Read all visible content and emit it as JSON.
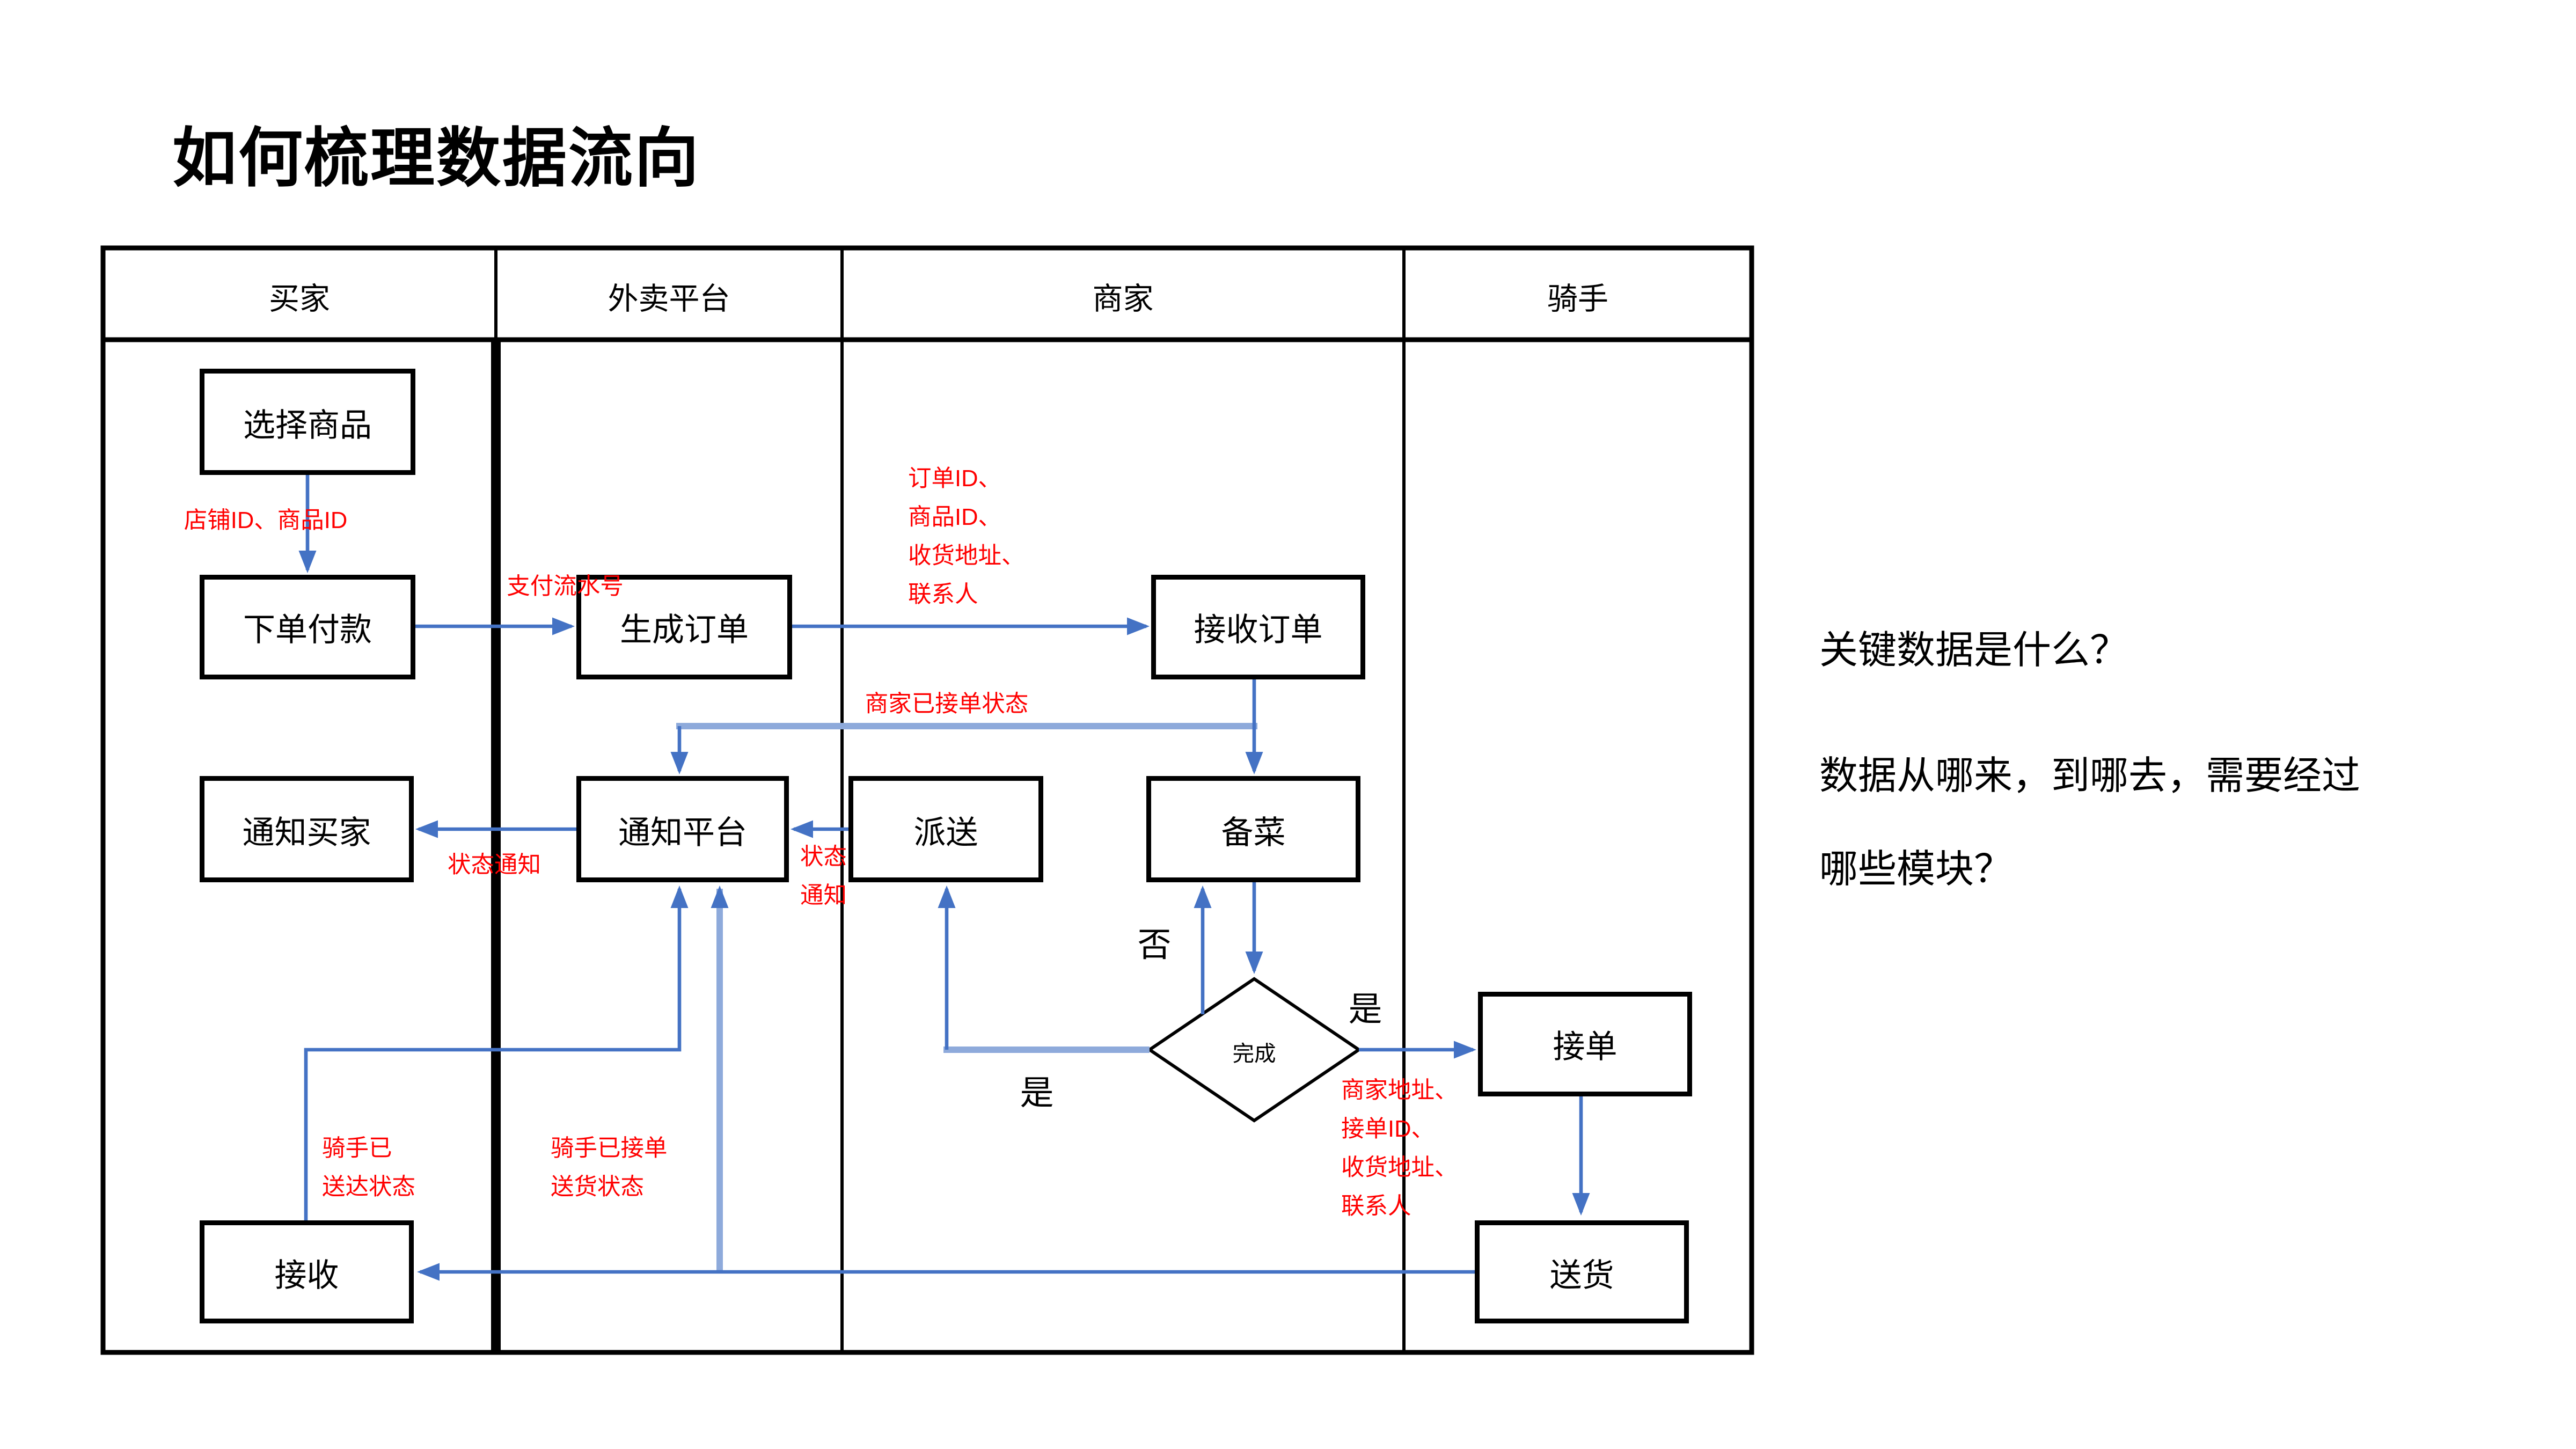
{
  "title": "如何梳理数据流向",
  "lanes": {
    "buyer": "买家",
    "platform": "外卖平台",
    "merchant": "商家",
    "rider": "骑手"
  },
  "nodes": {
    "select_goods": "选择商品",
    "order_pay": "下单付款",
    "notify_buyer": "通知买家",
    "receive_goods": "接收",
    "create_order": "生成订单",
    "notify_platform": "通知平台",
    "dispatch": "派送",
    "prepare_food": "备菜",
    "accept_order": "接收订单",
    "complete_check": "完成",
    "rider_accept": "接单",
    "deliver": "送货"
  },
  "labels": {
    "shop_item_id": "店铺ID、商品ID",
    "payment_serial": "支付流水号",
    "order_info": {
      "l1": "订单ID、",
      "l2": "商品ID、",
      "l3": "收货地址、",
      "l4": "联系人"
    },
    "merchant_accepted": "商家已接单状态",
    "status_notify": "状态通知",
    "status_notify_vertical": {
      "l1": "状态",
      "l2": "通知"
    },
    "no": "否",
    "yes_to_dispatch": "是",
    "yes_to_rider": "是",
    "rider_order_info": {
      "l1": "商家地址、",
      "l2": "接单ID、",
      "l3": "收货地址、",
      "l4": "联系人"
    },
    "rider_delivered": {
      "l1": "骑手已",
      "l2": "送达状态"
    },
    "rider_accepted_delivering": {
      "l1": "骑手已接单",
      "l2": "送货状态"
    }
  },
  "side_notes": {
    "q1": "关键数据是什么？",
    "q2": "数据从哪来，到哪去，需要经过",
    "q3": "哪些模块？"
  },
  "colors": {
    "line_blue": "#4472C4",
    "line_blue_light": "#8EAADB",
    "label_red": "#FF0000",
    "text_black": "#000000",
    "background": "#FFFFFF"
  }
}
